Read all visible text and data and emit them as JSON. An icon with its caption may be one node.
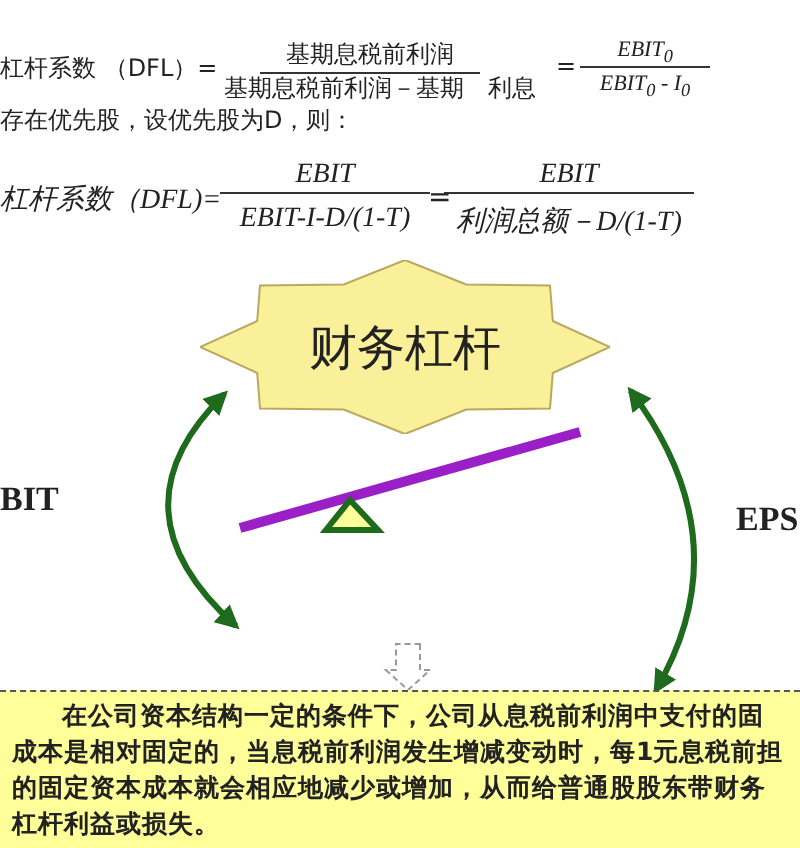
{
  "diagram": {
    "nodes": [
      {
        "text": [
          "财务杠杆"
        ]
      },
      {
        "text": [
          "在公司资本结构一定的条件下，公司从息税前利润中支付的固成本是相对固定的，当息税前利润发生增减变动时，每1元息税前担的固定资本成本就会相应地减少或增加，从而给普通股股东带财务杠杆利益或损失。"
        ]
      }
    ],
    "edges": [
      {
        "from": null,
        "to": 0,
        "arrow": "both"
      },
      {
        "from": 1,
        "to": 0,
        "arrow": "both"
      },
      {
        "from": null,
        "to": 1,
        "arrow": "to",
        "style": "dashed",
        "color": "#999999"
      }
    ],
    "labels": [
      "杠杆系数 （DFL）=",
      "基期息税前利润",
      "基期息税前利润－基期　利息",
      "=",
      "EBIT$_{0}$",
      "EBIT$_{0}$ - I$_{0}$",
      "存在优先股，设优先股为D，则：",
      "杠杆系数（DFL)=",
      "EBIT",
      "EBIT-I-D/(1-T)",
      "=",
      "EBIT",
      "利润总额－D/(1-T)",
      "BIT",
      "EPS"
    ]
  }
}
